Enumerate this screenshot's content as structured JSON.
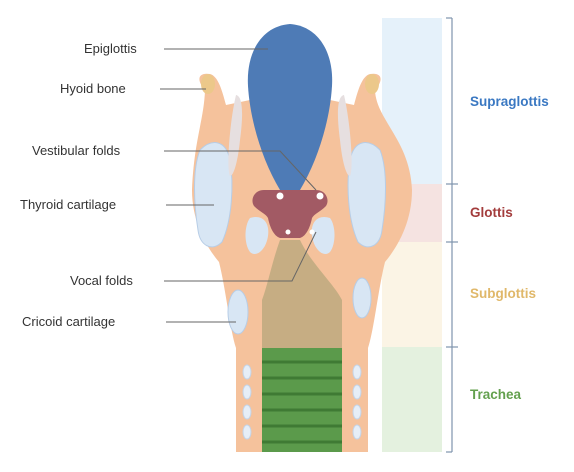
{
  "labels": {
    "epiglottis": "Epiglottis",
    "hyoid_bone": "Hyoid bone",
    "vestibular_folds": "Vestibular folds",
    "thyroid_cartilage": "Thyroid cartilage",
    "vocal_folds": "Vocal folds",
    "cricoid_cartilage": "Cricoid cartilage"
  },
  "regions": {
    "supraglottis": "Supraglottis",
    "glottis": "Glottis",
    "subglottis": "Subglottis",
    "trachea": "Trachea"
  },
  "colors": {
    "supraglottis": "#3a78c2",
    "glottis": "#a33c3c",
    "subglottis": "#e0b86a",
    "trachea": "#63a04e",
    "supraglottis_band": "#e5f1fa",
    "glottis_band": "#f5e3e1",
    "subglottis_band": "#fbf4e5",
    "trachea_band": "#e4f1df",
    "tissue": "#f5c29c",
    "epiglottis": "#4e7bb6",
    "cartilage": "#d8e6f4",
    "airway": "#b9a07a",
    "trachea_rings": "#4f8a42",
    "glottis_tissue": "#a25a64"
  }
}
